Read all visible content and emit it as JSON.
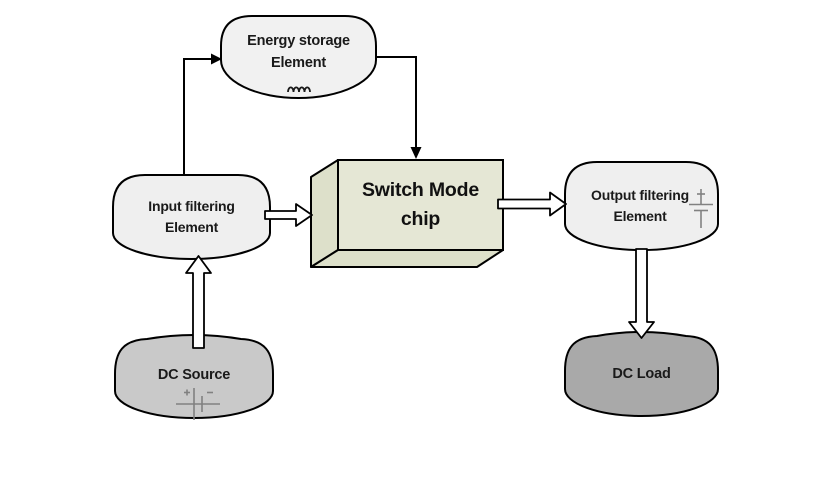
{
  "diagram": {
    "background": "#ffffff",
    "nodes": {
      "energy_storage": {
        "line1": "Energy storage",
        "line2": "Element",
        "fill": "#f1f1f1",
        "symbol": "inductor-icon"
      },
      "input_filtering": {
        "line1": "Input filtering",
        "line2": "Element",
        "fill": "#efefef"
      },
      "switch_mode_chip": {
        "line1": "Switch Mode",
        "line2": "chip",
        "fill": "#e5e7d5",
        "side_fill": "#dde0ca"
      },
      "output_filtering": {
        "line1": "Output filtering",
        "line2": "Element",
        "fill": "#efefef",
        "symbol": "capacitor-icon"
      },
      "dc_source": {
        "label": "DC Source",
        "fill": "#c9c9c9",
        "symbol": "battery-icon"
      },
      "dc_load": {
        "label": "DC Load",
        "fill": "#a9a9a9"
      }
    },
    "edges": [
      {
        "from": "input_filtering",
        "to": "energy_storage",
        "style": "thin-black-arrow"
      },
      {
        "from": "energy_storage",
        "to": "switch_mode_chip",
        "style": "thin-black-arrow"
      },
      {
        "from": "input_filtering",
        "to": "switch_mode_chip",
        "style": "hollow-white-arrow"
      },
      {
        "from": "switch_mode_chip",
        "to": "output_filtering",
        "style": "hollow-white-arrow"
      },
      {
        "from": "dc_source",
        "to": "input_filtering",
        "style": "hollow-white-arrow"
      },
      {
        "from": "output_filtering",
        "to": "dc_load",
        "style": "hollow-white-arrow"
      }
    ],
    "colors": {
      "outline": "#000000",
      "text": "#1a1a1a",
      "symbol_gray": "#818181",
      "hollow_arrow_fill": "#ffffff"
    }
  }
}
